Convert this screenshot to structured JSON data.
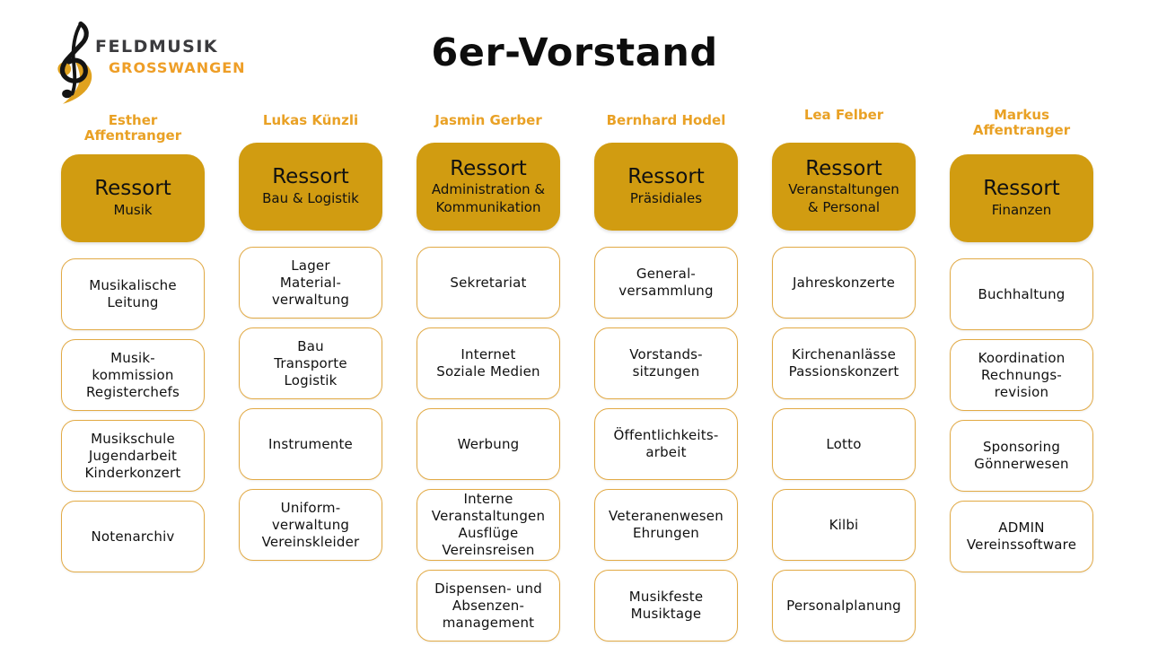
{
  "logo": {
    "primary": "FELDMUSIK",
    "secondary": "GROSSWANGEN"
  },
  "title": "6er-Vorstand",
  "colors": {
    "ressort_fill": "#D19C11",
    "person_name_text": "#E9A125",
    "task_border": "#E2AA45",
    "logo_primary_text": "#3B3B3E",
    "logo_secondary_text": "#EE9E27"
  },
  "columns": [
    {
      "person": "Esther Affentranger",
      "ressort": {
        "label": "Ressort",
        "subtitle": [
          "Musik"
        ]
      },
      "tasks": [
        [
          "Musikalische",
          "Leitung"
        ],
        [
          "Musik-",
          "kommission",
          "Registerchefs"
        ],
        [
          "Musikschule",
          "Jugendarbeit",
          "Kinderkonzert"
        ],
        [
          "Notenarchiv"
        ]
      ]
    },
    {
      "person": "Lukas Künzli",
      "ressort": {
        "label": "Ressort",
        "subtitle": [
          "Bau & Logistik"
        ]
      },
      "tasks": [
        [
          "Lager",
          "Material-",
          "verwaltung"
        ],
        [
          "Bau",
          "Transporte",
          "Logistik"
        ],
        [
          "Instrumente"
        ],
        [
          "Uniform-",
          "verwaltung",
          "Vereinskleider"
        ]
      ]
    },
    {
      "person": "Jasmin Gerber",
      "ressort": {
        "label": "Ressort",
        "subtitle": [
          "Administration &",
          "Kommunikation"
        ]
      },
      "tasks": [
        [
          "Sekretariat"
        ],
        [
          "Internet",
          "Soziale Medien"
        ],
        [
          "Werbung"
        ],
        [
          "Interne",
          "Veranstaltungen",
          "Ausflüge",
          "Vereinsreisen"
        ],
        [
          "Dispensen- und",
          "Absenzen-",
          "management"
        ]
      ]
    },
    {
      "person": "Bernhard Hodel",
      "ressort": {
        "label": "Ressort",
        "subtitle": [
          "Präsidiales"
        ]
      },
      "tasks": [
        [
          "General-",
          "versammlung"
        ],
        [
          "Vorstands-",
          "sitzungen"
        ],
        [
          "Öffentlichkeits-",
          "arbeit"
        ],
        [
          "Veteranenwesen",
          "Ehrungen"
        ],
        [
          "Musikfeste",
          "Musiktage"
        ]
      ]
    },
    {
      "person": "Lea Felber",
      "ressort": {
        "label": "Ressort",
        "subtitle": [
          "Veranstaltungen",
          "& Personal"
        ]
      },
      "tasks": [
        [
          "Jahreskonzerte"
        ],
        [
          "Kirchenanlässe",
          "Passionskonzert"
        ],
        [
          "Lotto"
        ],
        [
          "Kilbi"
        ],
        [
          "Personalplanung"
        ]
      ]
    },
    {
      "person": "Markus Affentranger",
      "ressort": {
        "label": "Ressort",
        "subtitle": [
          "Finanzen"
        ]
      },
      "tasks": [
        [
          "Buchhaltung"
        ],
        [
          "Koordination",
          "Rechnungs-",
          "revision"
        ],
        [
          "Sponsoring",
          "Gönnerwesen"
        ],
        [
          "ADMIN",
          "Vereinssoftware"
        ]
      ]
    }
  ]
}
